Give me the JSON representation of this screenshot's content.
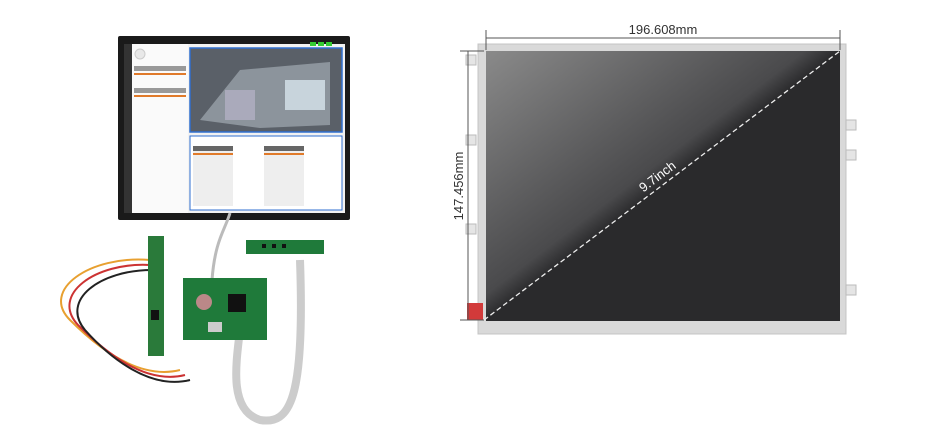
{
  "dimensions": {
    "width_label": "196.608mm",
    "height_label": "147.456mm",
    "diagonal_label": "9.7inch"
  },
  "colors": {
    "panel_dark": "#2a2a2c",
    "panel_frame": "#d9d9d9",
    "marker_red": "#d23a3a",
    "ui_accent": "#e07a2a",
    "ui_blue": "#2f6fd0"
  }
}
